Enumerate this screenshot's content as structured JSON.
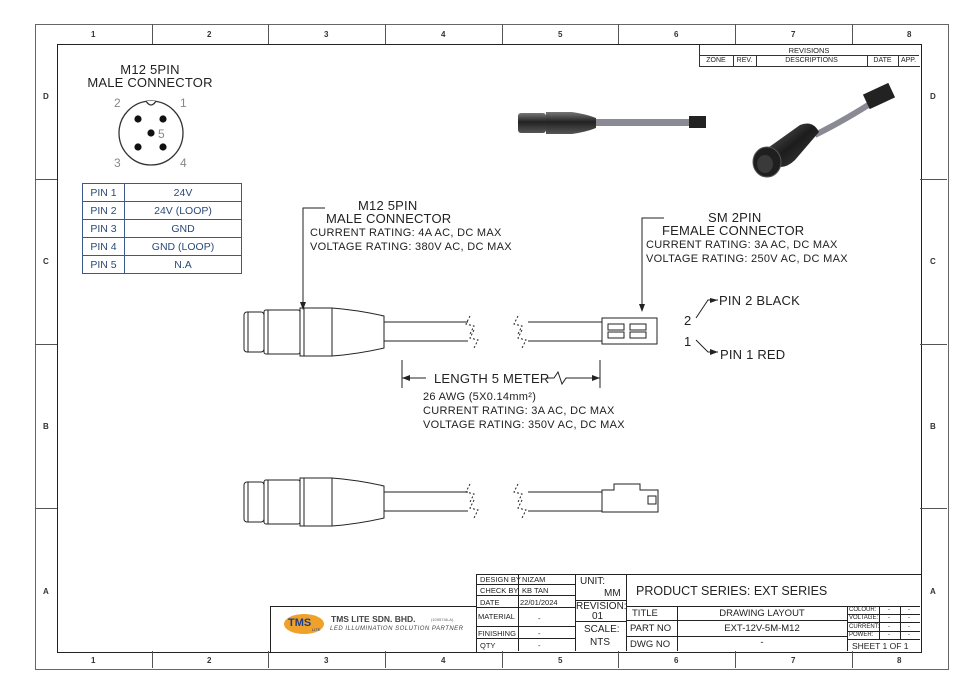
{
  "border": {
    "col_labels": [
      "1",
      "2",
      "3",
      "4",
      "5",
      "6",
      "7",
      "8"
    ],
    "row_labels": [
      "D",
      "C",
      "B",
      "A"
    ]
  },
  "revisions": {
    "title": "REVISIONS",
    "headers": [
      "ZONE",
      "REV.",
      "DESCRIPTIONS",
      "DATE",
      "APP."
    ]
  },
  "pinout": {
    "title_line1": "M12 5PIN",
    "title_line2": "MALE CONNECTOR",
    "pin_numbers": [
      "1",
      "2",
      "3",
      "4",
      "5"
    ],
    "table": [
      {
        "pin": "PIN 1",
        "function": "24V"
      },
      {
        "pin": "PIN 2",
        "function": "24V (LOOP)"
      },
      {
        "pin": "PIN 3",
        "function": "GND"
      },
      {
        "pin": "PIN 4",
        "function": "GND (LOOP)"
      },
      {
        "pin": "PIN 5",
        "function": "N.A"
      }
    ]
  },
  "m12_callout": {
    "line1": "M12 5PIN",
    "line2": "MALE CONNECTOR",
    "current": "CURRENT RATING: 4A AC, DC MAX",
    "voltage": "VOLTAGE RATING: 380V AC, DC MAX"
  },
  "sm_callout": {
    "line1": "SM 2PIN",
    "line2": "FEMALE CONNECTOR",
    "current": "CURRENT RATING: 3A AC, DC MAX",
    "voltage": "VOLTAGE RATING: 250V AC, DC MAX"
  },
  "pin_labels": {
    "pin2_num": "2",
    "pin2_label": "PIN 2 BLACK",
    "pin1_num": "1",
    "pin1_label": "PIN 1 RED"
  },
  "cable": {
    "length": "LENGTH 5 METER",
    "awg": "26 AWG (5X0.14mm²)",
    "current": "CURRENT RATING: 3A AC, DC MAX",
    "voltage": "VOLTAGE RATING: 350V AC, DC MAX"
  },
  "title_block": {
    "design_by_label": "DESIGN BY",
    "design_by": "NIZAM",
    "check_by_label": "CHECK BY",
    "check_by": "KB TAN",
    "date_label": "DATE",
    "date": "22/01/2024",
    "material_label": "MATERIAL",
    "material": "-",
    "finishing_label": "FINISHING",
    "finishing": "-",
    "qty_label": "QTY",
    "qty": "-",
    "unit_label": "UNIT:",
    "unit": "MM",
    "revision_label": "REVISION:",
    "revision": "01",
    "scale_label": "SCALE:",
    "scale": "NTS",
    "product_series": "PRODUCT SERIES: EXT  SERIES",
    "title_label": "TITLE",
    "title": "DRAWING LAYOUT",
    "part_no_label": "PART NO",
    "part_no": "EXT-12V-5M-M12",
    "dwg_no_label": "DWG NO",
    "dwg_no": "-",
    "colour_label": "COLOUR:",
    "voltage_label": "VOLTAGE:",
    "current_label": "CURRENT:",
    "power_label": "POWER:",
    "spec_value": "-",
    "sheet": "SHEET 1 OF 1",
    "company_logo": "TMS",
    "company_logo_sub": "LITE",
    "company_name": "TMS LITE SDN. BHD.",
    "company_reg": "(1095746-A)",
    "company_tagline": "LED ILLUMINATION SOLUTION PARTNER"
  }
}
